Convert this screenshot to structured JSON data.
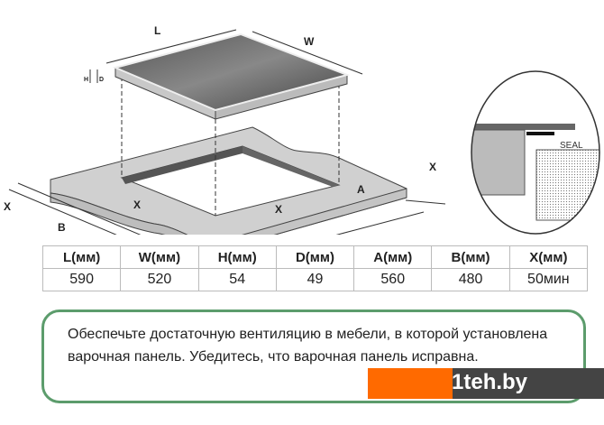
{
  "diagram": {
    "labels": {
      "L": "L",
      "W": "W",
      "H": "H",
      "D": "D",
      "A": "A",
      "B": "B",
      "X": "X",
      "seal": "SEAL"
    }
  },
  "table": {
    "headers": [
      "L(мм)",
      "W(мм)",
      "H(мм)",
      "D(мм)",
      "A(мм)",
      "B(мм)",
      "X(мм)"
    ],
    "values": [
      "590",
      "520",
      "54",
      "49",
      "560",
      "480",
      "50мин"
    ]
  },
  "note": {
    "text": "Обеспечьте достаточную вентиляцию в мебели, в которой установлена варочная панель. Убедитесь, что варочная панель исправна."
  },
  "watermark": {
    "text": "1teh.by",
    "colors": {
      "orange": "#ff6a00",
      "gray": "#444444"
    }
  }
}
